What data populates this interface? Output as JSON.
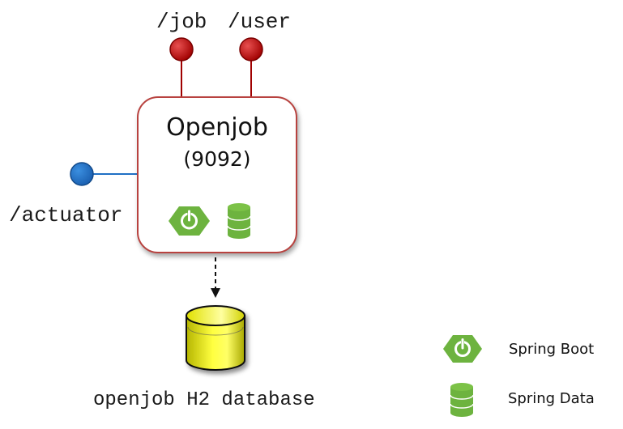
{
  "endpoints": {
    "job": "/job",
    "user": "/user",
    "actuator": "/actuator"
  },
  "service": {
    "name": "Openjob",
    "port": "(9092)"
  },
  "database": {
    "label": "openjob H2 database"
  },
  "legend": {
    "spring_boot": "Spring Boot",
    "spring_data": "Spring Data"
  },
  "colors": {
    "endpoint_red": "#c00000",
    "endpoint_blue": "#1f6fc4",
    "box_border": "#b8423f",
    "spring_green": "#6db33f",
    "db_yellow": "#ffff00"
  }
}
